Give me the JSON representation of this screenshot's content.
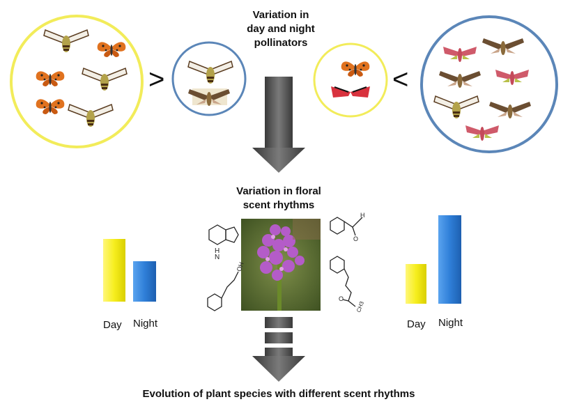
{
  "header": {
    "line1": "Variation in",
    "line2": "day and night",
    "line3": "pollinators"
  },
  "middle": {
    "line1": "Variation in floral",
    "line2": "scent rhythms"
  },
  "footer": {
    "caption": "Evolution of plant species with different scent rhythms"
  },
  "comparisons": {
    "left": ">",
    "right": "<"
  },
  "molecules": {
    "indole_label": "H\nN",
    "nh": "H",
    "n": "N",
    "oh": "OH",
    "ald_o": "O",
    "ald_h": "H",
    "acetate_o": "O",
    "acetate_ch3": "CH3"
  },
  "chart_data": [
    {
      "type": "bar",
      "categories": [
        "Day",
        "Night"
      ],
      "values": [
        90,
        58
      ],
      "colors": [
        "#f6ee1e",
        "#2f7fd8"
      ]
    },
    {
      "type": "bar",
      "categories": [
        "Day",
        "Night"
      ],
      "values": [
        57,
        127
      ],
      "colors": [
        "#f6ee1e",
        "#2f7fd8"
      ]
    }
  ],
  "colors": {
    "yellow_ring": "#f2ec5a",
    "blue_ring": "#5b86b8",
    "arrow": "#555555"
  }
}
